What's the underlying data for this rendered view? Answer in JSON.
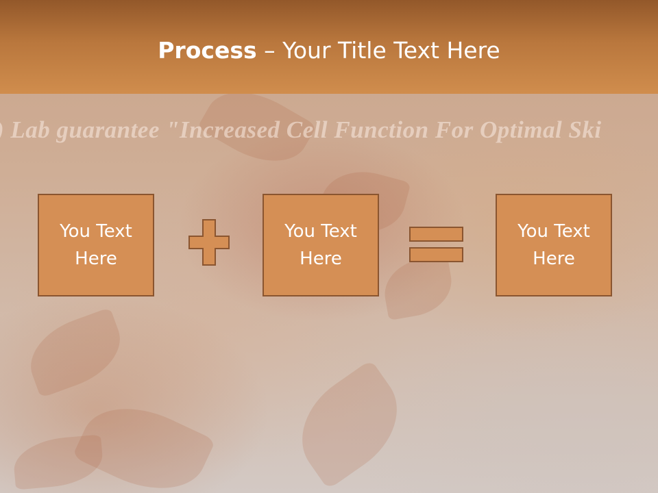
{
  "slide": {
    "title_bold": "Process",
    "title_rest": " – Your Title Text Here",
    "background_banner": ") Lab guarantee \"Increased Cell Function For Optimal Ski",
    "boxes": [
      {
        "label": "You Text Here"
      },
      {
        "label": "You Text Here"
      },
      {
        "label": "You Text Here"
      }
    ],
    "operators": [
      "plus-icon",
      "equals-icon"
    ]
  },
  "colors": {
    "header": "#b9773d",
    "box_fill": "#d58f55",
    "box_border": "#8a5530",
    "text": "#ffffff"
  }
}
